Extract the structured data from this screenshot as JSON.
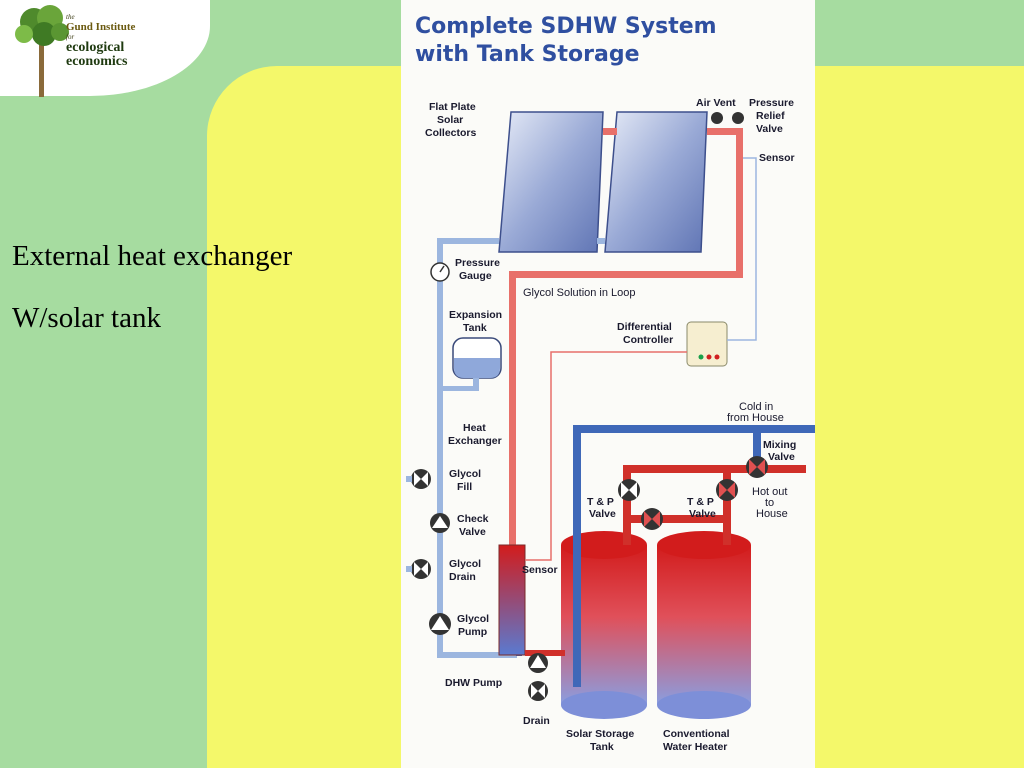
{
  "logo": {
    "the": "the",
    "gund": "Gund Institute",
    "for": "for",
    "line1": "ecological",
    "line2": "economics"
  },
  "slide": {
    "line1": "External heat exchanger",
    "line2": "W/solar tank"
  },
  "diagram": {
    "title_line1": "Complete SDHW System",
    "title_line2": "with Tank Storage",
    "labels": {
      "collectors": [
        "Flat Plate",
        "Solar",
        "Collectors"
      ],
      "air_vent": "Air Vent",
      "pressure_relief": [
        "Pressure",
        "Relief",
        "Valve"
      ],
      "sensor_top": "Sensor",
      "pressure_gauge": [
        "Pressure",
        "Gauge"
      ],
      "glycol_loop": "Glycol Solution in Loop",
      "expansion_tank": [
        "Expansion",
        "Tank"
      ],
      "differential_controller": [
        "Differential",
        "Controller"
      ],
      "cold_in": [
        "Cold in",
        "from House"
      ],
      "heat_exchanger": [
        "Heat",
        "Exchanger"
      ],
      "mixing_valve": [
        "Mixing",
        "Valve"
      ],
      "glycol_fill": [
        "Glycol",
        "Fill"
      ],
      "hot_out": [
        "Hot out",
        "to",
        "House"
      ],
      "tp_valve_left": [
        "T & P",
        "Valve"
      ],
      "tp_valve_right": [
        "T & P",
        "Valve"
      ],
      "check_valve": [
        "Check",
        "Valve"
      ],
      "glycol_drain": [
        "Glycol",
        "Drain"
      ],
      "sensor_bottom": "Sensor",
      "glycol_pump": [
        "Glycol",
        "Pump"
      ],
      "dhw_pump": "DHW Pump",
      "drain": "Drain",
      "solar_storage_tank": [
        "Solar Storage",
        "Tank"
      ],
      "conventional_heater": [
        "Conventional",
        "Water Heater"
      ]
    },
    "colors": {
      "hot_pipe": "#e8706a",
      "hot_pipe_dark": "#d0302a",
      "cold_pipe": "#3f68b8",
      "light_pipe": "#9cb6df",
      "panel": "#7f93c8"
    }
  }
}
